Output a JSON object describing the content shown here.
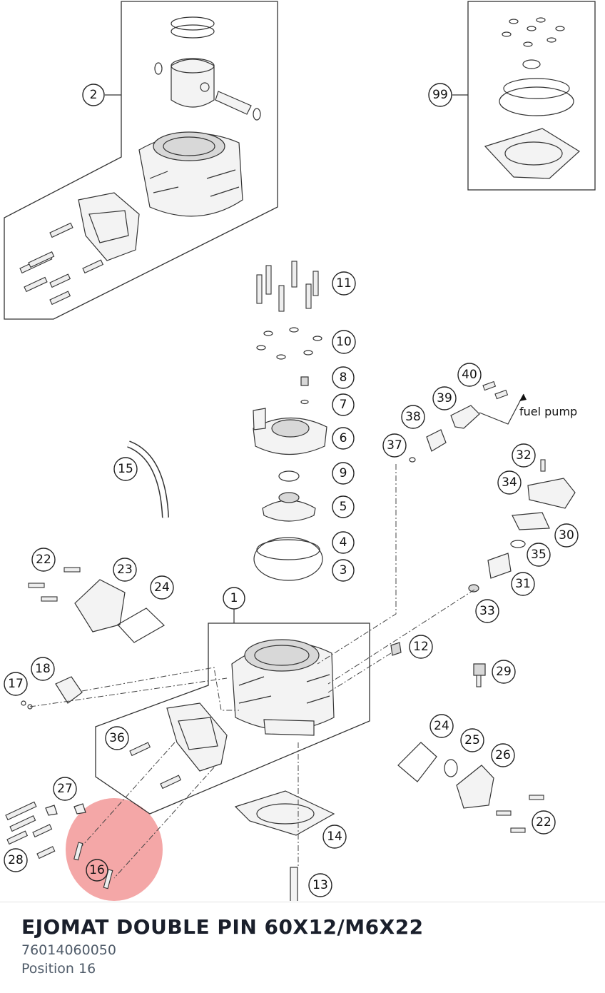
{
  "diagram": {
    "callouts": [
      {
        "id": "c2",
        "label": "2"
      },
      {
        "id": "c99",
        "label": "99"
      },
      {
        "id": "c11",
        "label": "11"
      },
      {
        "id": "c10",
        "label": "10"
      },
      {
        "id": "c8",
        "label": "8"
      },
      {
        "id": "c7",
        "label": "7"
      },
      {
        "id": "c6",
        "label": "6"
      },
      {
        "id": "c9",
        "label": "9"
      },
      {
        "id": "c5",
        "label": "5"
      },
      {
        "id": "c4",
        "label": "4"
      },
      {
        "id": "c3",
        "label": "3"
      },
      {
        "id": "c15",
        "label": "15"
      },
      {
        "id": "c40",
        "label": "40"
      },
      {
        "id": "c39",
        "label": "39"
      },
      {
        "id": "c38",
        "label": "38"
      },
      {
        "id": "c37",
        "label": "37"
      },
      {
        "id": "c32",
        "label": "32"
      },
      {
        "id": "c34",
        "label": "34"
      },
      {
        "id": "c30",
        "label": "30"
      },
      {
        "id": "c35",
        "label": "35"
      },
      {
        "id": "c31",
        "label": "31"
      },
      {
        "id": "c33",
        "label": "33"
      },
      {
        "id": "c22a",
        "label": "22"
      },
      {
        "id": "c23",
        "label": "23"
      },
      {
        "id": "c24a",
        "label": "24"
      },
      {
        "id": "c1",
        "label": "1"
      },
      {
        "id": "c12",
        "label": "12"
      },
      {
        "id": "c29",
        "label": "29"
      },
      {
        "id": "c18",
        "label": "18"
      },
      {
        "id": "c17",
        "label": "17"
      },
      {
        "id": "c36",
        "label": "36"
      },
      {
        "id": "c24b",
        "label": "24"
      },
      {
        "id": "c25",
        "label": "25"
      },
      {
        "id": "c26",
        "label": "26"
      },
      {
        "id": "c27",
        "label": "27"
      },
      {
        "id": "c22b",
        "label": "22"
      },
      {
        "id": "c14",
        "label": "14"
      },
      {
        "id": "c28",
        "label": "28"
      },
      {
        "id": "c16",
        "label": "16"
      },
      {
        "id": "c13",
        "label": "13"
      }
    ],
    "annotation": "fuel pump",
    "highlight_color": "#f08a8a"
  },
  "part": {
    "title": "EJOMAT DOUBLE PIN 60X12/M6X22",
    "number": "76014060050",
    "position": "Position 16"
  }
}
